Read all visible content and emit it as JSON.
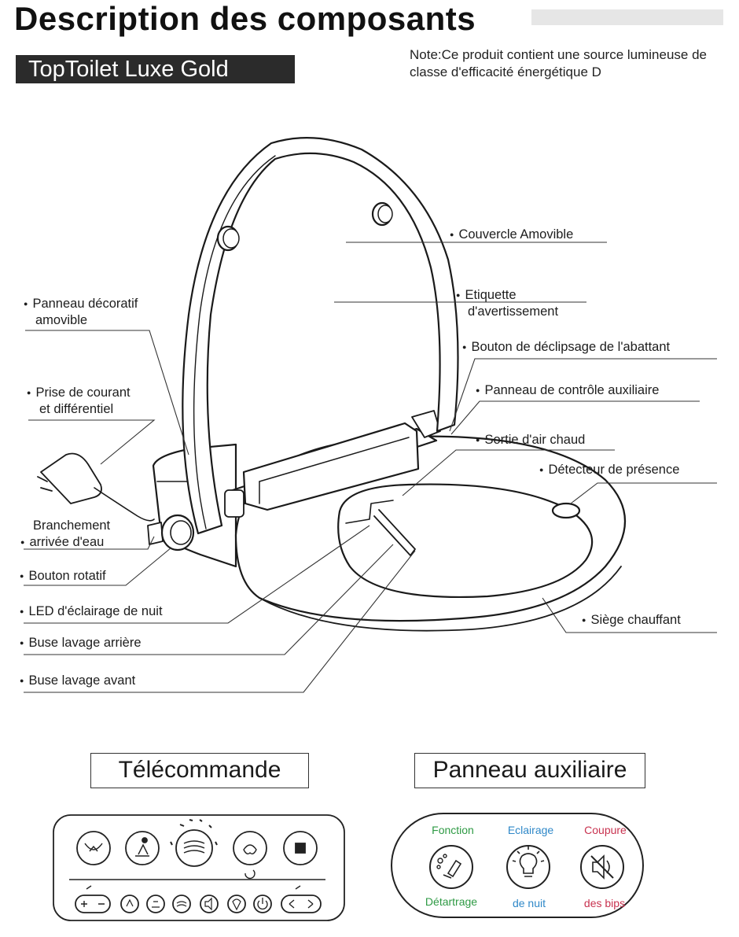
{
  "header": {
    "title": "Description des composants",
    "product": "TopToilet Luxe Gold",
    "note": "Note:Ce produit contient une source lumineuse de classe d'efficacité énergétique D"
  },
  "labels": {
    "lid": "Couvercle Amovible",
    "warning_line1": "Etiquette",
    "warning_line2": "d'avertissement",
    "unclip": "Bouton de déclipsage de l'abattant",
    "aux_panel": "Panneau de contrôle auxiliaire",
    "warm_air": "Sortie d'air chaud",
    "presence": "Détecteur de présence",
    "heated_seat": "Siège chauffant",
    "deco_line1": "Panneau décoratif",
    "deco_line2": "amovible",
    "plug_line1": "Prise de courant",
    "plug_line2": "et différentiel",
    "water_line1": "Branchement",
    "water_line2": "arrivée d'eau",
    "rotary": "Bouton rotatif",
    "night_led": "LED d'éclairage de nuit",
    "rear_nozzle": "Buse lavage arrière",
    "front_nozzle": "Buse lavage avant"
  },
  "remote": {
    "title": "Télécommande",
    "top_buttons": [
      "rear-wash-icon",
      "front-wash-icon",
      "dryer-icon",
      "auto-icon",
      "stop-icon"
    ],
    "bottom_buttons": [
      "plus-minus-icon",
      "water-temp-icon",
      "seat-temp-icon",
      "dryer-temp-icon",
      "mute-icon",
      "nozzle-icon",
      "power-icon",
      "nozzle-position-icon"
    ]
  },
  "aux": {
    "title": "Panneau auxiliaire",
    "items": [
      {
        "top": "Fonction",
        "bottom": "Détartrage",
        "color": "#2e9a44",
        "icon": "descaling-icon"
      },
      {
        "top": "Eclairage",
        "bottom": "de nuit",
        "color": "#2f88c8",
        "icon": "night-light-icon"
      },
      {
        "top": "Coupure",
        "bottom": "des bips",
        "color": "#c8324f",
        "icon": "mute-beep-icon"
      }
    ]
  }
}
